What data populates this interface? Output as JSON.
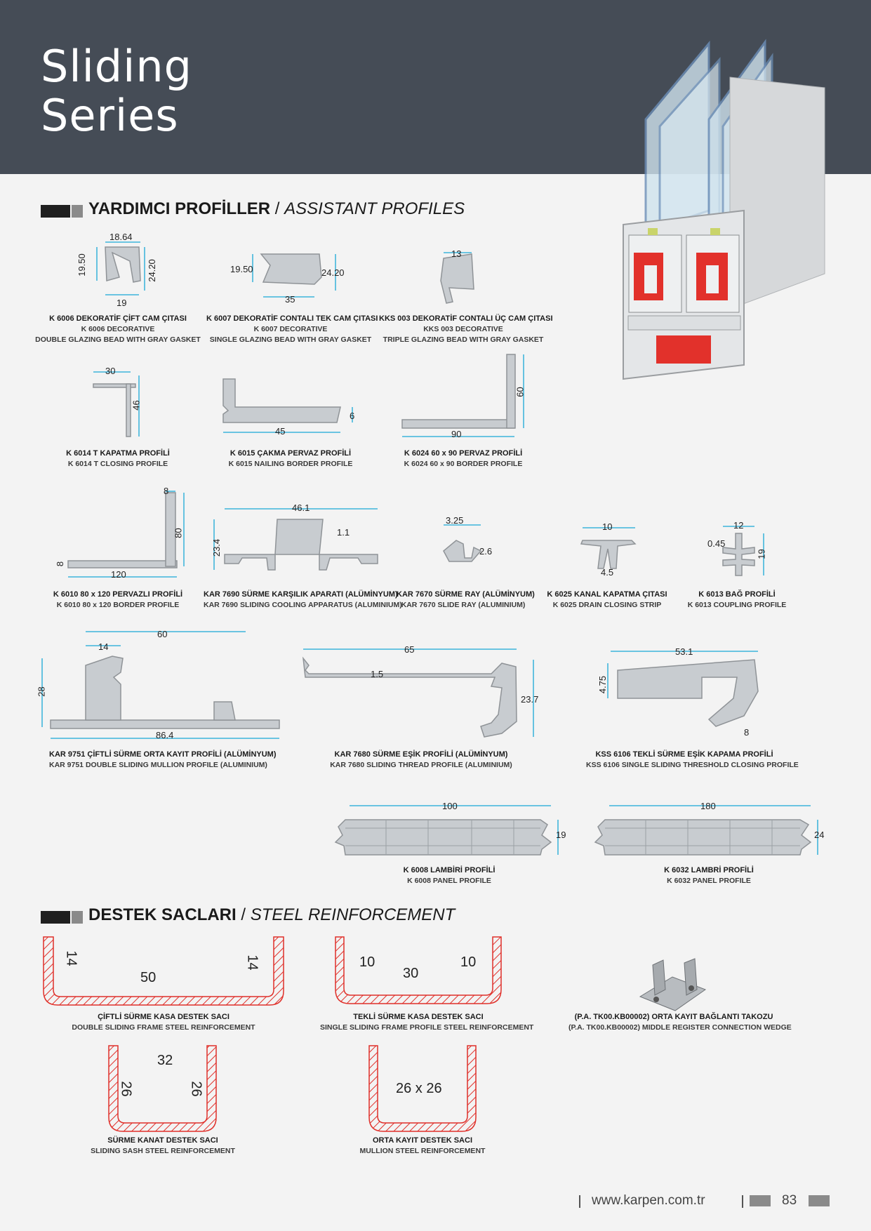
{
  "header": {
    "title_line1": "Sliding",
    "title_line2": "Series"
  },
  "sections": {
    "assistant": {
      "tr": "YARDIMCI PROFİLLER",
      "sep": "/",
      "en": "ASSISTANT PROFILES"
    },
    "steel": {
      "tr": "DESTEK SACLARI",
      "sep": "/",
      "en": "STEEL REINFORCEMENT"
    }
  },
  "profiles": [
    {
      "l1": "K 6006 DEKORATİF ÇİFT CAM ÇITASI",
      "l2": "K 6006 DECORATIVE",
      "l3": "DOUBLE GLAZING BEAD WITH GRAY GASKET",
      "dims": [
        "18.64",
        "19.50",
        "24.20",
        "19"
      ]
    },
    {
      "l1": "K 6007 DEKORATİF CONTALI TEK CAM ÇITASI",
      "l2": "K 6007 DECORATIVE",
      "l3": "SINGLE GLAZING BEAD WITH GRAY GASKET",
      "dims": [
        "19.50",
        "24.20",
        "35"
      ]
    },
    {
      "l1": "KKS 003 DEKORATİF CONTALI ÜÇ CAM ÇITASI",
      "l2": "KKS 003 DECORATIVE",
      "l3": "TRIPLE GLAZING BEAD WITH GRAY GASKET",
      "dims": [
        "13"
      ]
    },
    {
      "l1": "K 6014 T KAPATMA PROFİLİ",
      "l2": "K 6014 T CLOSING PROFILE",
      "dims": [
        "30",
        "46"
      ]
    },
    {
      "l1": "K 6015 ÇAKMA PERVAZ PROFİLİ",
      "l2": "K 6015 NAILING BORDER PROFILE",
      "dims": [
        "6",
        "45"
      ]
    },
    {
      "l1": "K 6024 60 x 90 PERVAZ PROFİLİ",
      "l2": "K 6024 60 x 90 BORDER PROFILE",
      "dims": [
        "60",
        "90"
      ]
    },
    {
      "l1": "K 6010 80 x 120 PERVAZLI PROFİLİ",
      "l2": "K 6010 80 x 120 BORDER PROFILE",
      "dims": [
        "8",
        "80",
        "8",
        "120"
      ]
    },
    {
      "l1": "KAR 7690 SÜRME KARŞILIK APARATI (ALÜMİNYUM)",
      "l2": "KAR 7690 SLIDING COOLING APPARATUS (ALUMINIUM)",
      "dims": [
        "46.1",
        "1.1",
        "23.4"
      ]
    },
    {
      "l1": "KAR 7670 SÜRME RAY (ALÜMİNYUM)",
      "l2": "KAR 7670 SLIDE RAY (ALUMINIUM)",
      "dims": [
        "3.25",
        "2.6"
      ]
    },
    {
      "l1": "K 6025 KANAL KAPATMA ÇITASI",
      "l2": "K 6025 DRAIN CLOSING STRIP",
      "dims": [
        "10",
        "4.5"
      ]
    },
    {
      "l1": "K 6013 BAĞ PROFİLİ",
      "l2": "K 6013 COUPLING PROFILE",
      "dims": [
        "12",
        "0.45",
        "19"
      ]
    },
    {
      "l1": "KAR 9751 ÇİFTLİ SÜRME ORTA KAYIT PROFİLİ (ALÜMİNYUM)",
      "l2": "KAR 9751 DOUBLE SLIDING MULLION PROFILE (ALUMINIUM)",
      "dims": [
        "60",
        "14",
        "28",
        "86.4"
      ]
    },
    {
      "l1": "KAR 7680 SÜRME EŞİK PROFİLİ (ALÜMİNYUM)",
      "l2": "KAR 7680 SLIDING THREAD PROFILE (ALUMINIUM)",
      "dims": [
        "65",
        "1.5",
        "23.7"
      ]
    },
    {
      "l1": "KSS 6106   TEKLİ SÜRME EŞİK KAPAMA PROFİLİ",
      "l2": "KSS 6106 SINGLE SLIDING THRESHOLD CLOSING PROFILE",
      "dims": [
        "53.1",
        "4.75",
        "8"
      ]
    },
    {
      "l1": "K 6008 LAMBİRİ PROFİLİ",
      "l2": "K 6008 PANEL PROFILE",
      "dims": [
        "100",
        "19"
      ]
    },
    {
      "l1": "K 6032 LAMBRİ PROFİLİ",
      "l2": "K 6032 PANEL PROFILE",
      "dims": [
        "180",
        "24"
      ]
    }
  ],
  "steel": [
    {
      "l1": "ÇİFTLİ SÜRME KASA DESTEK SACI",
      "l2": "DOUBLE SLIDING FRAME STEEL REINFORCEMENT",
      "dims": [
        "14",
        "50",
        "14"
      ]
    },
    {
      "l1": "TEKLİ SÜRME KASA DESTEK SACI",
      "l2": "SINGLE SLIDING FRAME PROFILE STEEL REINFORCEMENT",
      "dims": [
        "10",
        "30",
        "10"
      ]
    },
    {
      "l1": "(P.A. TK00.KB00002) ORTA KAYIT BAĞLANTI TAKOZU",
      "l2": "(P.A. TK00.KB00002) MIDDLE REGISTER CONNECTION WEDGE"
    },
    {
      "l1": "SÜRME KANAT DESTEK SACI",
      "l2": "SLIDING SASH STEEL REINFORCEMENT",
      "dims": [
        "32",
        "26",
        "26"
      ]
    },
    {
      "l1": "ORTA KAYIT DESTEK SACI",
      "l2": "MULLION STEEL REINFORCEMENT",
      "dims": [
        "26 x 26"
      ]
    }
  ],
  "footer": {
    "url": "www.karpen.com.tr",
    "page": "83"
  },
  "colors": {
    "header": "#454c56",
    "dimension": "#19a7d6",
    "profile": "#c8ccd0",
    "steel": "#e0302a"
  }
}
